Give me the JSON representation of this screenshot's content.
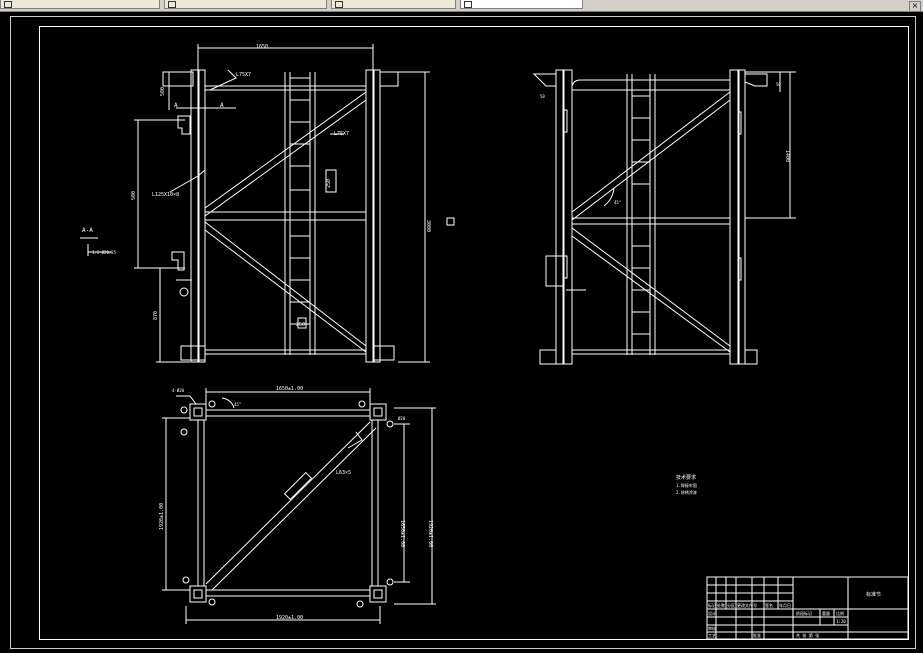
{
  "tabs": [
    {
      "label": "",
      "active": false
    },
    {
      "label": "",
      "active": false
    },
    {
      "label": "",
      "active": false
    },
    {
      "label": "",
      "active": true
    }
  ],
  "tab_close_glyph": "×",
  "elevation_left": {
    "overall_height": "3000",
    "top_dim": "1650",
    "upper_dim": "500",
    "lower_dim": "870",
    "left_dim": "500",
    "brace_label_1": "L75X7",
    "brace_label_2": "L75X7",
    "chord_label": "L125X10×8",
    "ladder_dim": "250",
    "bottom_ladder_dim": "250",
    "section_mark": "A",
    "section_mark_2": "A"
  },
  "section_detail": {
    "title": "A-A",
    "note": "1:5 Ø20×25"
  },
  "elevation_right": {
    "dim_top": "50",
    "dim_mid": "1400",
    "dim_side": "50",
    "angle": "45°"
  },
  "plan": {
    "top_dim": "1650±1.00",
    "bottom_dim": "1920±1.00",
    "left_dim": "1920±1.00",
    "right_dim_1": "1650±1.00",
    "right_dim_2": "1920±1.00",
    "diag_label": "L63×5",
    "angle_label": "45°",
    "corner_label": "4-Ø20",
    "corner_label_2": "Ø20"
  },
  "notes": {
    "title": "技术要求",
    "line1": "1.焊接牢固",
    "line2": "2.除锈涂漆"
  },
  "title_block": {
    "cells": [
      "标记",
      "处数",
      "分区",
      "更改文件号",
      "签名",
      "年月日",
      "设计",
      "审核",
      "工艺",
      "批准"
    ],
    "stage": "阶段标记",
    "weight": "重量",
    "scale": "比例",
    "scale_value": "1:20",
    "drawing_name": "标准节",
    "sheet": "共 张 第 张"
  }
}
